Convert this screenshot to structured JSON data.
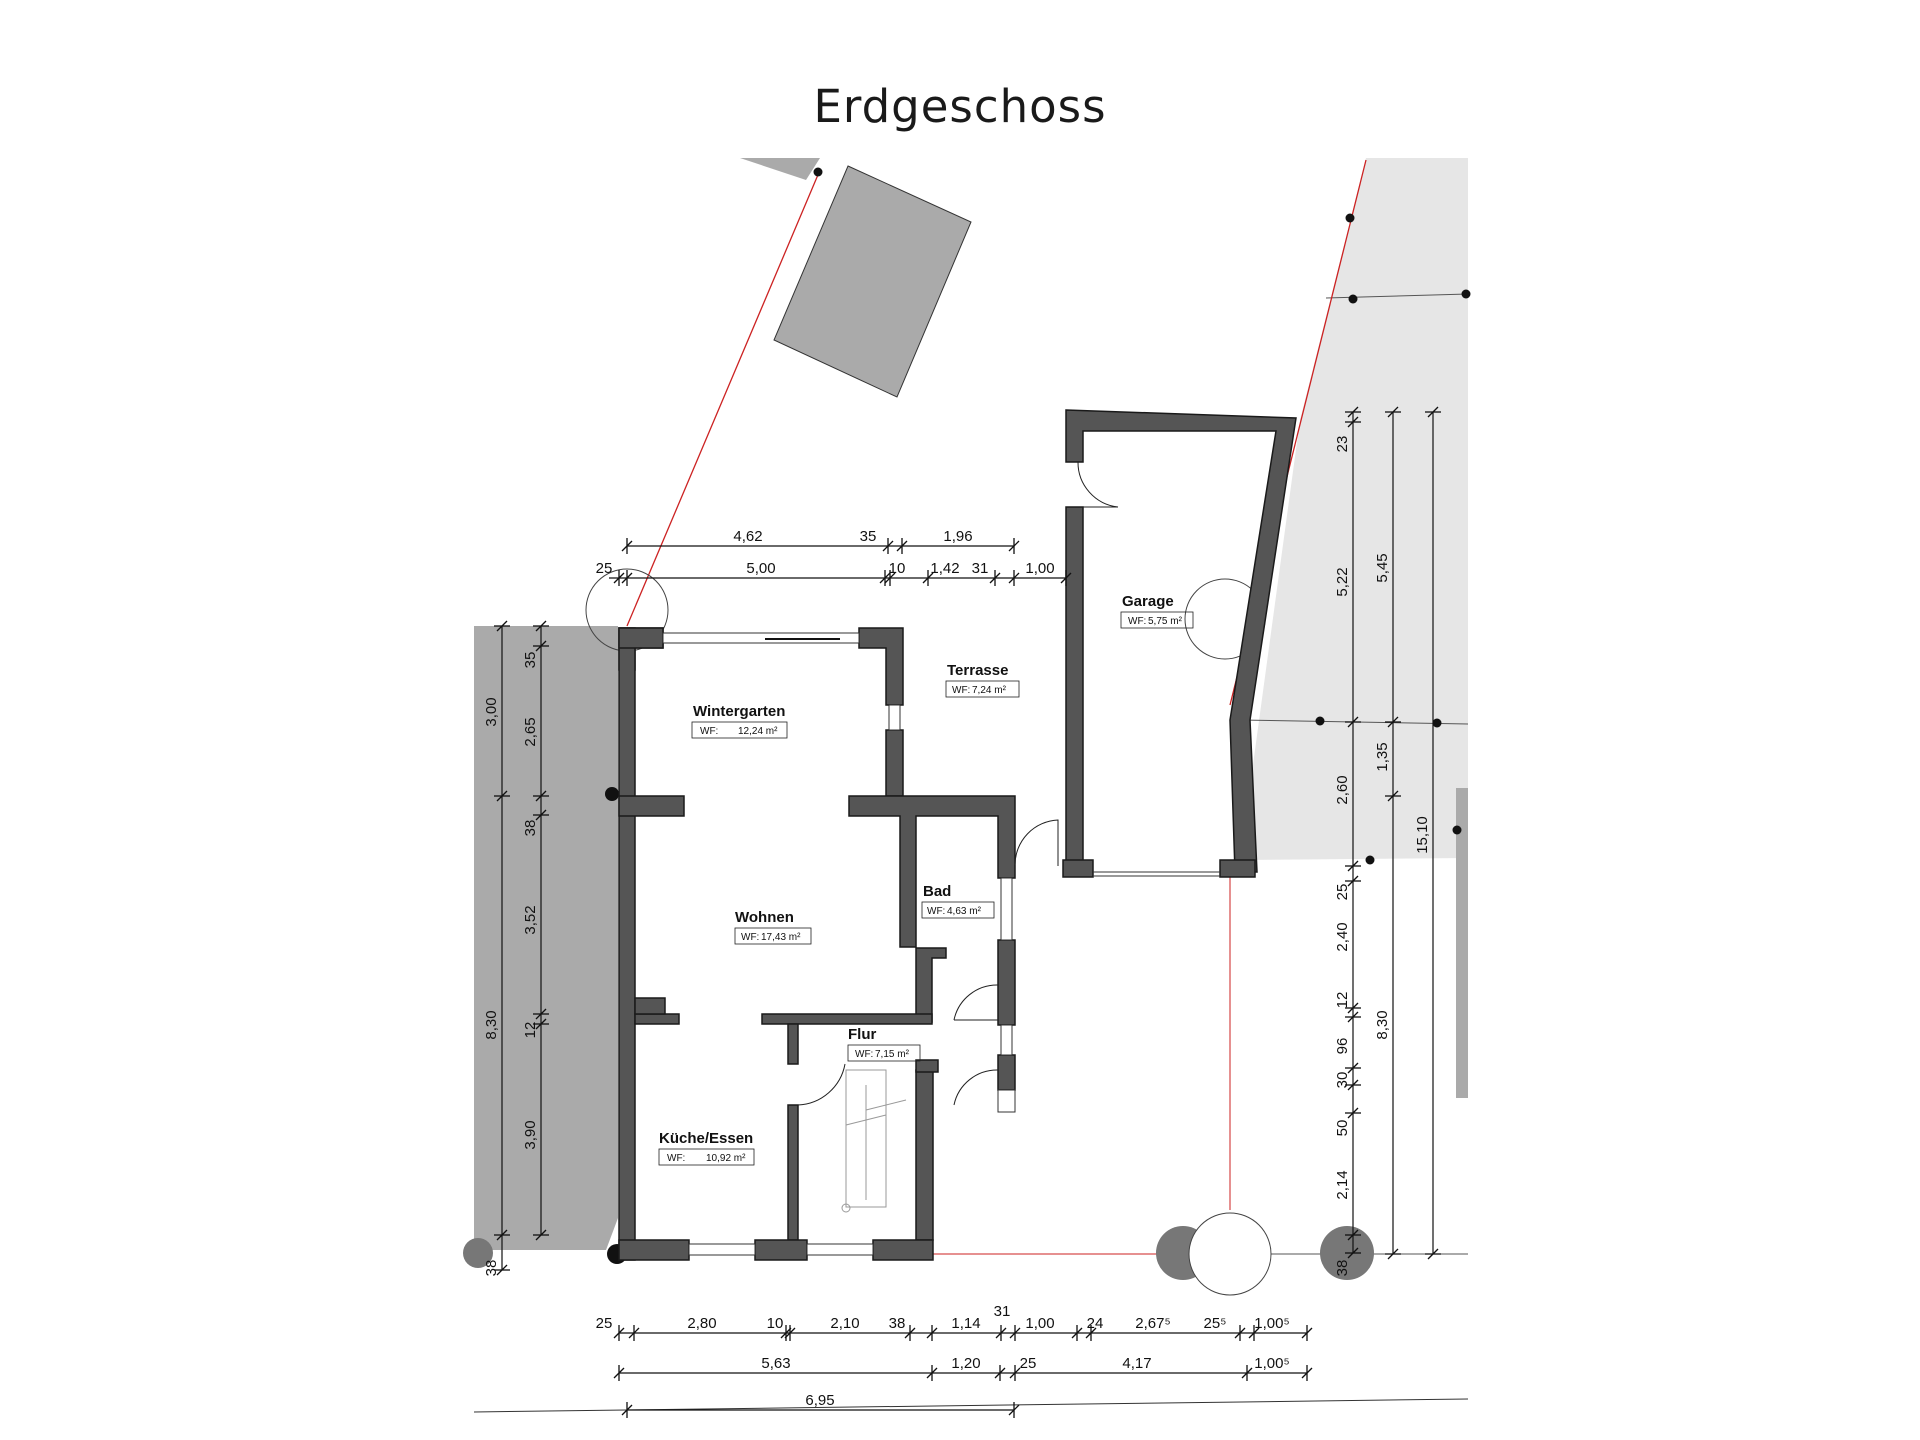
{
  "title": "Erdgeschoss",
  "rooms": [
    {
      "name": "Wintergarten",
      "area_label": "WF:",
      "area": "12,24 m²"
    },
    {
      "name": "Terrasse",
      "area_label": "WF:",
      "area": "7,24 m²"
    },
    {
      "name": "Garage",
      "area_label": "WF:",
      "area": "5,75 m²"
    },
    {
      "name": "Wohnen",
      "area_label": "WF:",
      "area": "17,43 m²"
    },
    {
      "name": "Bad",
      "area_label": "WF:",
      "area": "4,63 m²"
    },
    {
      "name": "Flur",
      "area_label": "WF:",
      "area": "7,15 m²"
    },
    {
      "name": "Küche/Essen",
      "area_label": "WF:",
      "area": "10,92 m²"
    }
  ],
  "dimensions": {
    "top_row1": [
      "4,62",
      "35",
      "1,96"
    ],
    "top_row2": [
      "25",
      "5,00",
      "10",
      "1,42",
      "31",
      "1,00"
    ],
    "left_col1": [
      "3,00",
      "8,30",
      "38"
    ],
    "left_col2": [
      "35",
      "2,65",
      "38",
      "3,52",
      "12",
      "3,90"
    ],
    "right_col1": [
      "23",
      "5,22",
      "2,60",
      "25",
      "2,40",
      "12",
      "96",
      "30",
      "50",
      "2,14",
      "38"
    ],
    "right_col2": [
      "5,45",
      "1,35",
      "8,30"
    ],
    "right_col3": [
      "15,10"
    ],
    "bottom_row1": [
      "25",
      "2,80",
      "10",
      "2,10",
      "38",
      "1,14",
      "31",
      "1,00",
      "24",
      "2,67⁵",
      "25⁵",
      "1,00⁵"
    ],
    "bottom_row2": [
      "5,63",
      "1,20",
      "25",
      "4,17",
      "1,00⁵"
    ],
    "bottom_row3": [
      "6,95"
    ]
  }
}
